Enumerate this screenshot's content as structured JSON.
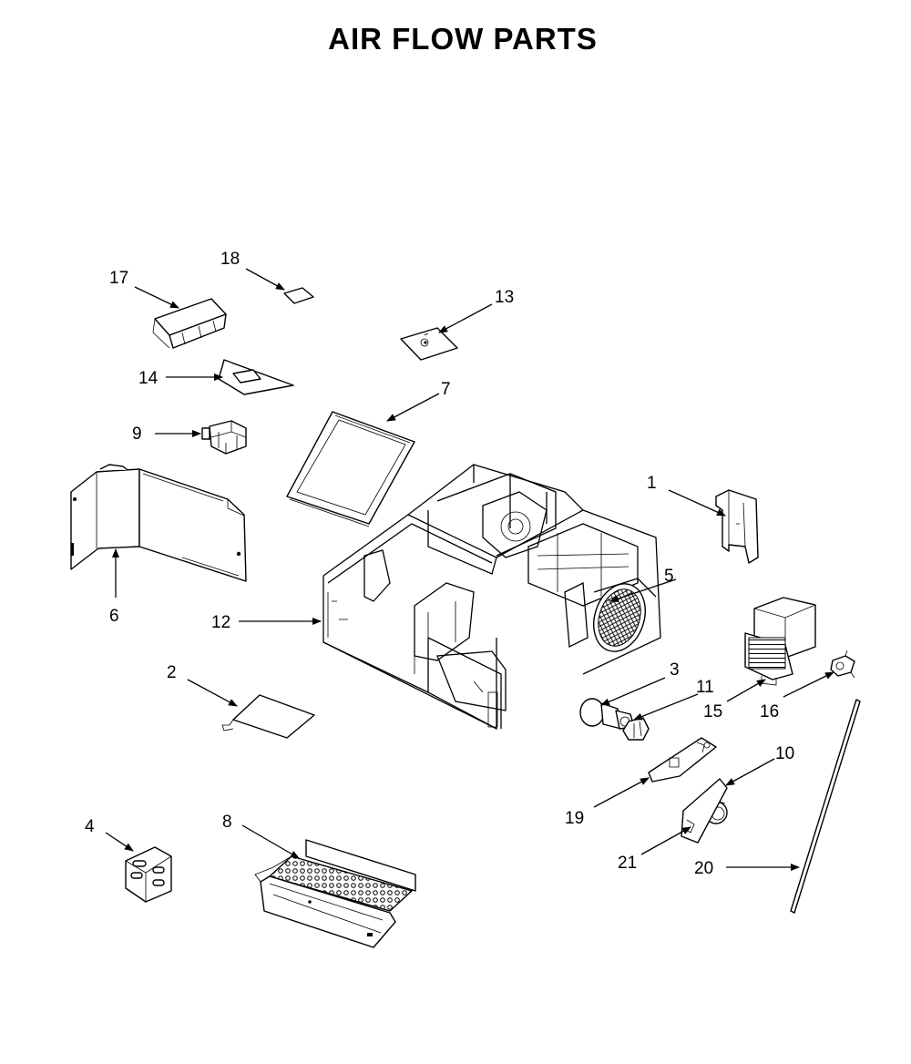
{
  "title": "AIR FLOW PARTS",
  "callouts": {
    "c1": "1",
    "c2": "2",
    "c3": "3",
    "c4": "4",
    "c5": "5",
    "c6": "6",
    "c7": "7",
    "c8": "8",
    "c9": "9",
    "c10": "10",
    "c11": "11",
    "c12": "12",
    "c13": "13",
    "c14": "14",
    "c15": "15",
    "c16": "16",
    "c17": "17",
    "c18": "18",
    "c19": "19",
    "c20": "20",
    "c21": "21"
  },
  "colors": {
    "ink": "#000000",
    "paper": "#ffffff"
  }
}
